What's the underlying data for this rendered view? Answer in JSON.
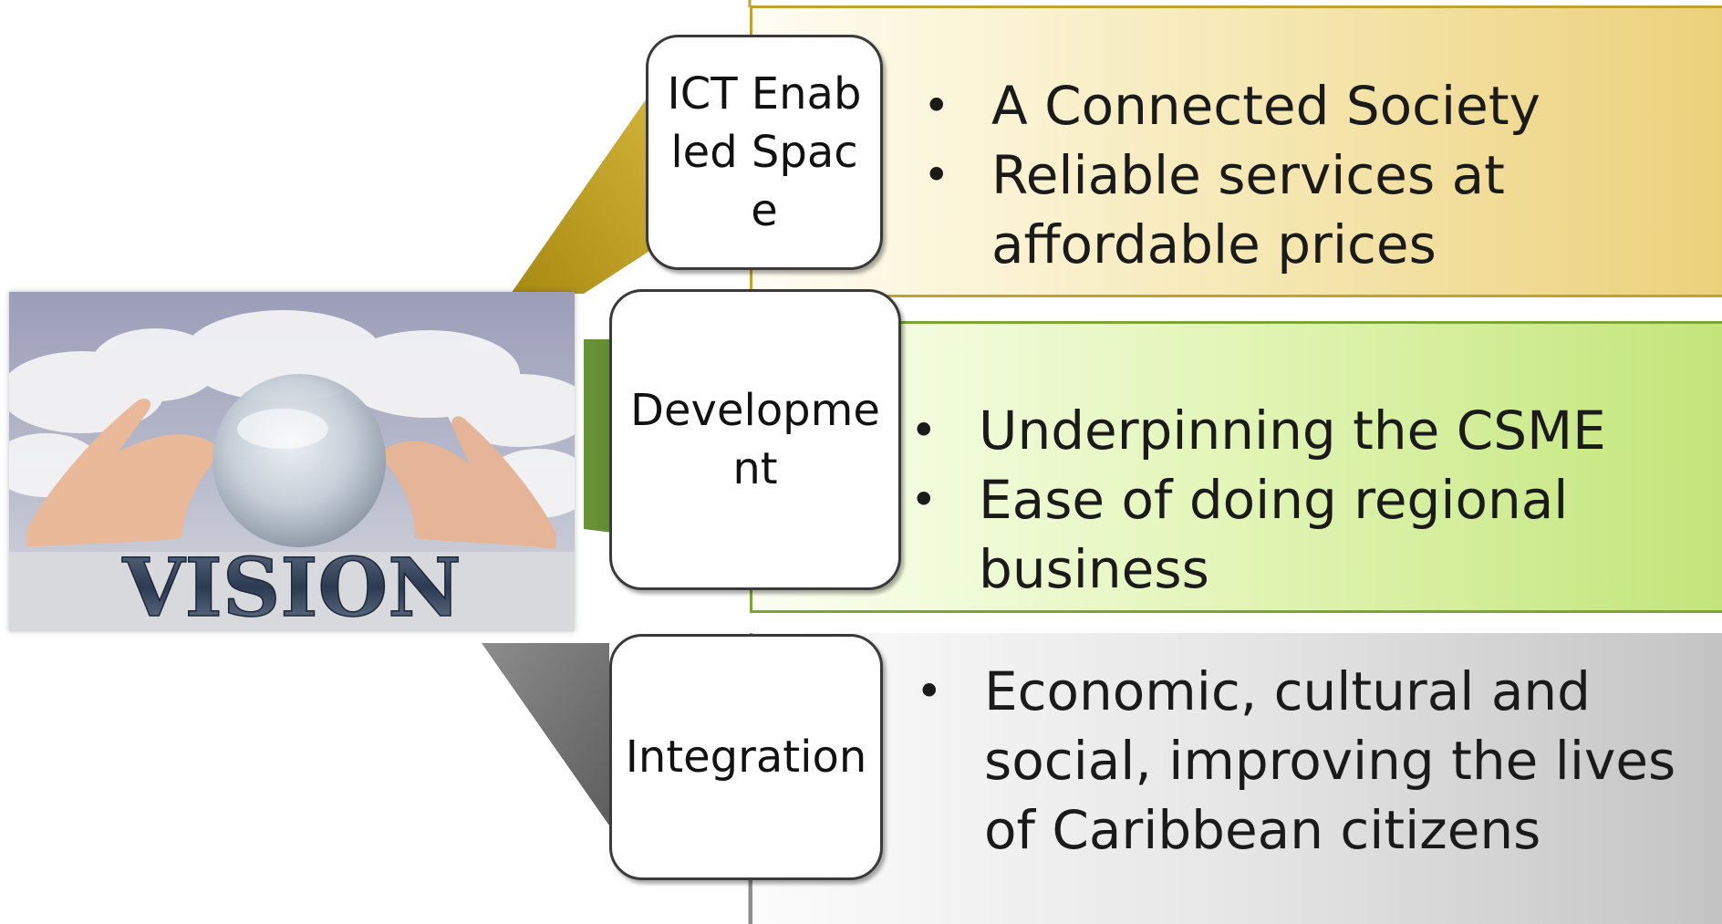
{
  "vision": {
    "image_word": "VISION",
    "icon": "crystal-ball-hands-image"
  },
  "rows": [
    {
      "id": "ict",
      "label": "ICT Enabled Space",
      "color": "#b8971f",
      "bullets": [
        "A Connected Society",
        "Reliable services at affordable prices"
      ]
    },
    {
      "id": "development",
      "label": "Development",
      "color": "#6a9437",
      "bullets": [
        "Underpinning the CSME",
        "Ease of doing regional business"
      ]
    },
    {
      "id": "integration",
      "label": "Integration",
      "color": "#7a7a7a",
      "bullets": [
        "Economic, cultural and social, improving the lives of Caribbean citizens"
      ]
    }
  ],
  "bullet_glyph": "•"
}
